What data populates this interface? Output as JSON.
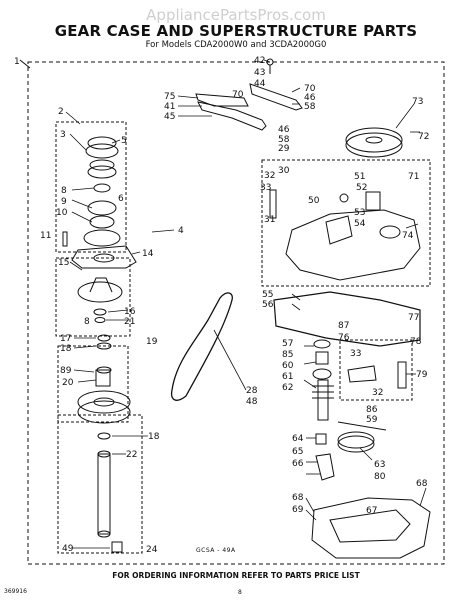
{
  "watermark": "AppliancePartsPros.com",
  "title": "GEAR CASE AND SUPERSTRUCTURE PARTS",
  "subtitle": "For Models CDA2000W0 and 3CDA2000G0",
  "footer": "FOR ORDERING INFORMATION REFER TO PARTS PRICE LIST",
  "doc_id": "369916",
  "page_no": "8",
  "figure_code": "GCSA - 49A",
  "callouts": {
    "c1": "1",
    "c2": "2",
    "c3": "3",
    "c4": "4",
    "c5": "5",
    "c6": "6",
    "c8a": "8",
    "c8b": "8",
    "c9": "9",
    "c10": "10",
    "c11": "11",
    "c14": "14",
    "c15": "15",
    "c16": "16",
    "c17": "17",
    "c18a": "18",
    "c18b": "18",
    "c19": "19",
    "c20": "20",
    "c21": "21",
    "c22": "22",
    "c24": "24",
    "c28": "28",
    "c29": "29",
    "c30": "30",
    "c31": "31",
    "c32a": "32",
    "c32b": "32",
    "c33a": "33",
    "c33b": "33",
    "c41": "41",
    "c42": "42",
    "c43": "43",
    "c44": "44",
    "c45": "45",
    "c46a": "46",
    "c46b": "46",
    "c48": "48",
    "c49": "49",
    "c50": "50",
    "c51": "51",
    "c52": "52",
    "c53": "53",
    "c54": "54",
    "c55": "55",
    "c56": "56",
    "c57": "57",
    "c58a": "58",
    "c58b": "58",
    "c59": "59",
    "c60": "60",
    "c61": "61",
    "c62": "62",
    "c63": "63",
    "c64": "64",
    "c65": "65",
    "c66": "66",
    "c67": "67",
    "c68a": "68",
    "c68b": "68",
    "c69": "69",
    "c70a": "70",
    "c70b": "70",
    "c71": "71",
    "c72": "72",
    "c73": "73",
    "c74": "74",
    "c75": "75",
    "c76": "76",
    "c77": "77",
    "c78": "78",
    "c79": "79",
    "c80": "80",
    "c85": "85",
    "c86": "86",
    "c87": "87",
    "c89": "89"
  }
}
